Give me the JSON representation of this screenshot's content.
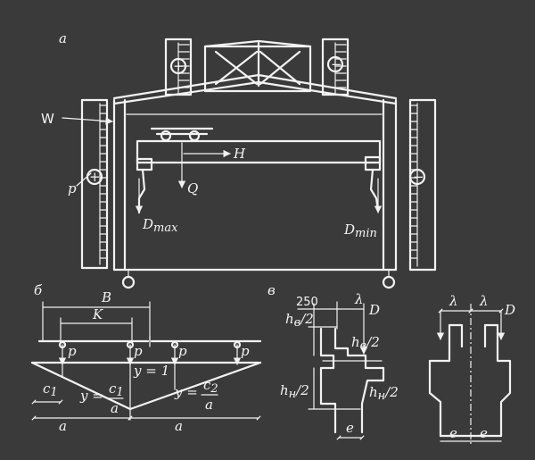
{
  "panel_labels": {
    "a": "а",
    "b": "б",
    "v": "в"
  },
  "frame": {
    "wind_label": "W",
    "pressure_label": "p",
    "plus_sign": "+",
    "minus_sign": "−",
    "load_H": "H",
    "load_Q": "Q",
    "d_max": "D",
    "d_max_sub": "max",
    "d_min": "D",
    "d_min_sub": "min"
  },
  "influence_line": {
    "dim_B": "B",
    "dim_K": "K",
    "force_p": "p",
    "c1": "c",
    "c1_sub": "1",
    "y_center": "y = 1",
    "y1_eq": "y =",
    "y1_num": "c",
    "y1_num_sub": "1",
    "y1_den": "a",
    "y2_eq": "y =",
    "y2_num": "c",
    "y2_num_sub": "2",
    "y2_den": "a",
    "a_left": "a",
    "a_right": "a"
  },
  "column_section": {
    "dim_250": "250",
    "h_upper_half": "h",
    "h_upper_sub": "в",
    "h_upper_tail": "/2",
    "lambda": "λ",
    "load_D": "D",
    "h_lower_half": "h",
    "h_lower_sub": "н",
    "h_lower_tail": "/2",
    "ecc_e": "e"
  },
  "symmetric_section": {
    "lambda_left": "λ",
    "lambda_right": "λ",
    "load_D": "D",
    "e_left": "e",
    "e_right": "e"
  }
}
